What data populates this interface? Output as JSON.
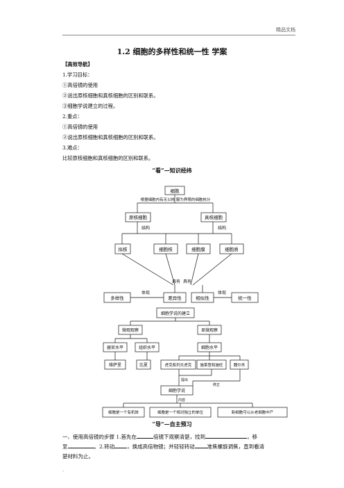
{
  "header": {
    "label": "精品文档"
  },
  "title": "1.2  细胞的多样性和统一性  学案",
  "guide": {
    "heading": "【高效导航】",
    "lines": [
      "1.学习目标：",
      "①高倍镜的使用",
      "②说出原核细胞和真核细胞的区别和联系。",
      "③细胞学说建立的过程。",
      "2.重点：",
      "①高倍镜的使用",
      "②说出原核细胞和真核细胞的区别和联系。",
      "3.难点：",
      "比较原核细胞和真核细胞的区别和联系。"
    ]
  },
  "section1": "“看”—知识经纬",
  "diagram1": {
    "root": "细胞",
    "branch_note": "根据细胞内有无以核  膜为界限的细胞核分",
    "prokaryote": "原核细胞",
    "eukaryote": "真核细胞",
    "structure": "结构",
    "parts": [
      "拟核",
      "细胞核",
      "细胞膜",
      "细胞质"
    ],
    "has": "具有",
    "manifest": "体现",
    "diversity": "多样性",
    "difference": "差异性",
    "similarity": "相似性",
    "unity": "统一性"
  },
  "diagram2": {
    "top": "细胞学说的建立",
    "micro": "微观观察",
    "tools": "显微观察",
    "organ_level": "器官水平",
    "tissue_level": "组织水平",
    "cell_level": "细胞水平",
    "vesalius": "维萨里",
    "bichat": "比夏",
    "hooke": "虎克和列文虎克",
    "schleiden": "施莱登和施旺",
    "virchow": "魏尔肖",
    "propose": "提出",
    "amend": "修正",
    "theory": "细胞学说",
    "content": "内容",
    "points": [
      "细胞是一个有机体",
      "细胞是一个相对独立的单位",
      "新细胞可以从老细胞中产"
    ]
  },
  "section2": "“导”—自主预习",
  "preview": {
    "p1_a": "一、使用高倍镜的步骤 1.首先在",
    "p1_b": "倍镜下观察清楚，找到",
    "p1_c": "，移",
    "p2_a": "至",
    "p2_b": "。2.转动",
    "p2_c": "，换成高倍物镜；并轻轻转动",
    "p2_d": "准焦螺旋调焦，直到看清",
    "p3": "楚材料为止。"
  },
  "footer": "."
}
